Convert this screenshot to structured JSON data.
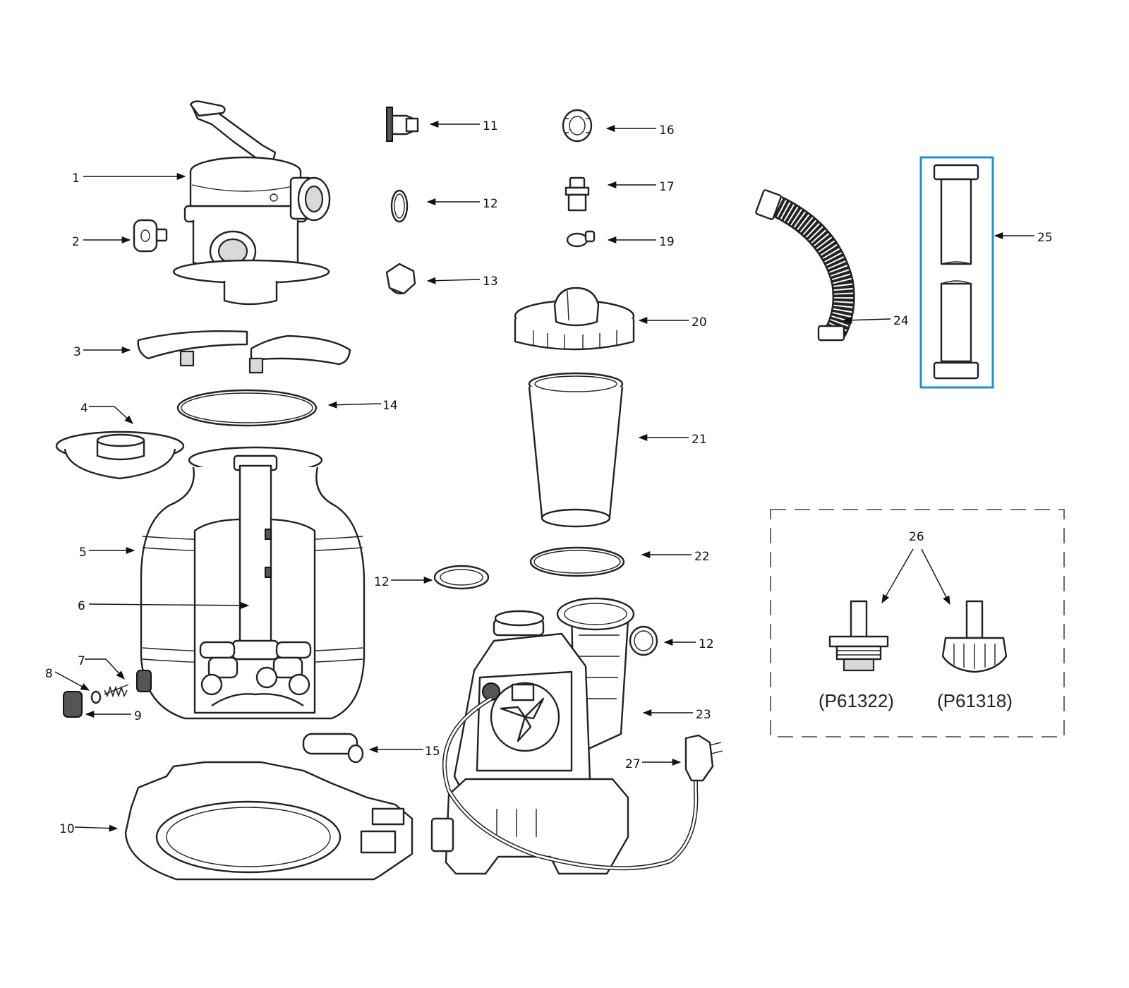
{
  "parts": {
    "p1": "1",
    "p2": "2",
    "p3": "3",
    "p4": "4",
    "p5": "5",
    "p6": "6",
    "p7": "7",
    "p8": "8",
    "p9": "9",
    "p10": "10",
    "p11": "11",
    "p12a": "12",
    "p12b": "12",
    "p12c": "12",
    "p13": "13",
    "p14": "14",
    "p15": "15",
    "p16": "16",
    "p17": "17",
    "p19": "19",
    "p20": "20",
    "p21": "21",
    "p22": "22",
    "p23": "23",
    "p24": "24",
    "p25": "25",
    "p26": "26",
    "p27": "27"
  },
  "adapters": {
    "left_code": "(P61322)",
    "right_code": "(P61318)"
  },
  "colors": {
    "highlight": "#1f8fdc",
    "line": "#222222",
    "panel_border": "#444444"
  }
}
